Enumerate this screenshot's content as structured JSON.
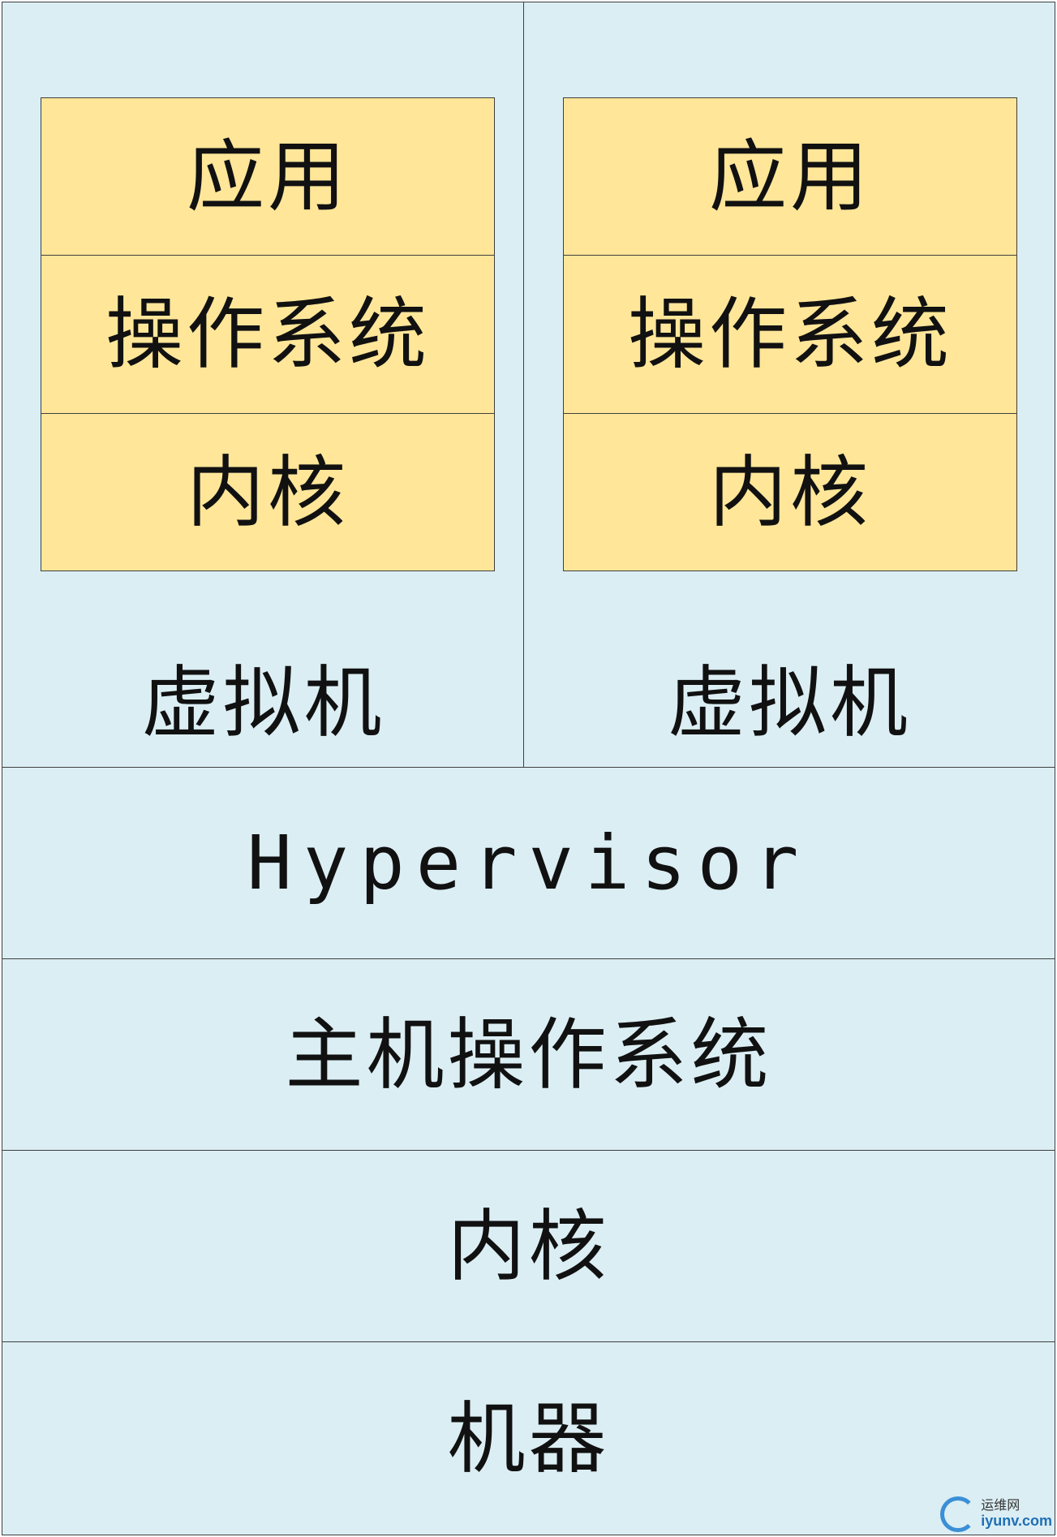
{
  "diagram": {
    "vm_left": {
      "label": "虚拟机",
      "layers": [
        "应用",
        "操作系统",
        "内核"
      ]
    },
    "vm_right": {
      "label": "虚拟机",
      "layers": [
        "应用",
        "操作系统",
        "内核"
      ]
    },
    "stack": {
      "hypervisor": "Hypervisor",
      "host_os": "主机操作系统",
      "kernel": "内核",
      "machine": "机器"
    }
  },
  "colors": {
    "vm_fill": "#dbeef4",
    "layer_fill": "#ffe699",
    "border": "#3f3f3f"
  },
  "watermark": {
    "cn": "运维网",
    "en": "iyunv.com"
  }
}
